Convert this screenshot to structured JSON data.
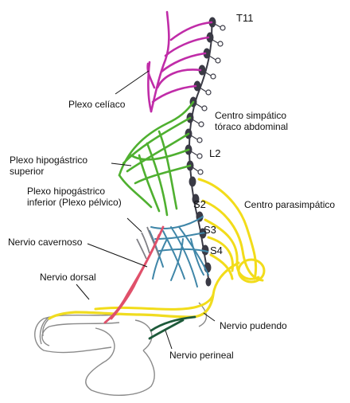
{
  "labels": {
    "t11": "T11",
    "plexo_celiaco": "Plexo celíaco",
    "centro_simpatico_1": "Centro simpático",
    "centro_simpatico_2": "tóraco abdominal",
    "l2": "L2",
    "plexo_hipogastrico_sup_1": "Plexo hipogástrico",
    "plexo_hipogastrico_sup_2": "superior",
    "plexo_hipogastrico_inf_1": "Plexo hipogástrico",
    "plexo_hipogastrico_inf_2": "inferior (Plexo pélvico)",
    "s2": "S2",
    "centro_parasimpatico": "Centro parasimpático",
    "s3": "S3",
    "s4": "S4",
    "nervio_cavernoso": "Nervio cavernoso",
    "nervio_dorsal": "Nervio dorsal",
    "nervio_pudendo": "Nervio pudendo",
    "nervio_perineal": "Nervio perineal"
  },
  "colors": {
    "sympathetic_chain": "#3a3a45",
    "celiac_plexus": "#c02ca8",
    "superior_hypogastric": "#4fb030",
    "parasympathetic": "#f2dc1a",
    "pelvic_plexus": "#3f86a8",
    "cavernous_nerve": "#e0506a",
    "perineal_nerve": "#1d5a3a",
    "pudendal_nerve": "#f0dc20",
    "outline": "#8a8a8a"
  }
}
